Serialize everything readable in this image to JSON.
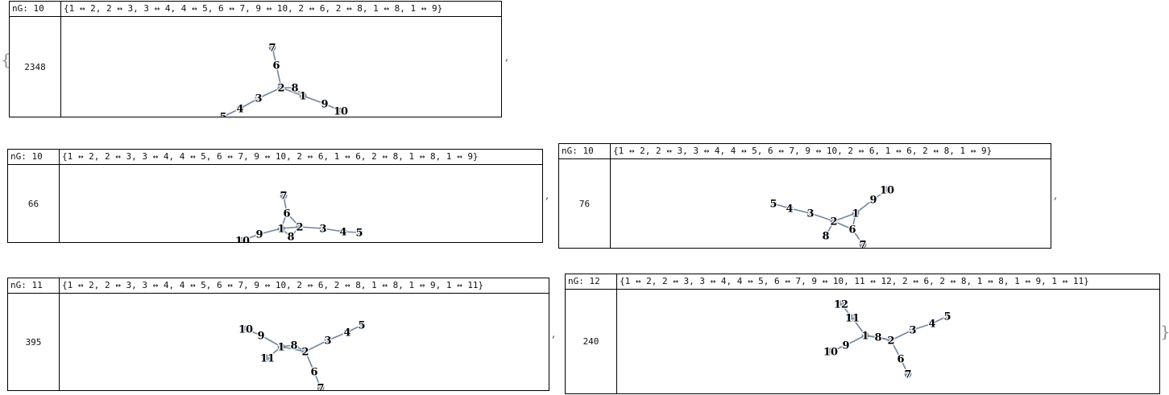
{
  "list": {
    "open_brace": "{",
    "close_brace": "}",
    "separator": ","
  },
  "graphs": [
    {
      "label": "nG: 10",
      "edges_text": "{1 ↔ 2, 2 ↔ 3, 3 ↔ 4, 4 ↔ 5, 6 ↔ 7, 9 ↔ 10, 2 ↔ 6, 2 ↔ 8, 1 ↔ 8, 1 ↔ 9}",
      "id": "2348",
      "edges": [
        [
          1,
          2
        ],
        [
          2,
          3
        ],
        [
          3,
          4
        ],
        [
          4,
          5
        ],
        [
          6,
          7
        ],
        [
          9,
          10
        ],
        [
          2,
          6
        ],
        [
          2,
          8
        ],
        [
          1,
          8
        ],
        [
          1,
          9
        ]
      ]
    },
    {
      "label": "nG: 10",
      "edges_text": "{1 ↔ 2, 2 ↔ 3, 3 ↔ 4, 4 ↔ 5, 6 ↔ 7, 9 ↔ 10, 2 ↔ 6, 1 ↔ 6, 2 ↔ 8, 1 ↔ 8, 1 ↔ 9}",
      "id": "66",
      "edges": [
        [
          1,
          2
        ],
        [
          2,
          3
        ],
        [
          3,
          4
        ],
        [
          4,
          5
        ],
        [
          6,
          7
        ],
        [
          9,
          10
        ],
        [
          2,
          6
        ],
        [
          1,
          6
        ],
        [
          2,
          8
        ],
        [
          1,
          8
        ],
        [
          1,
          9
        ]
      ]
    },
    {
      "label": "nG: 10",
      "edges_text": "{1 ↔ 2, 2 ↔ 3, 3 ↔ 4, 4 ↔ 5, 6 ↔ 7, 9 ↔ 10, 2 ↔ 6, 1 ↔ 6, 2 ↔ 8, 1 ↔ 9}",
      "id": "76",
      "edges": [
        [
          1,
          2
        ],
        [
          2,
          3
        ],
        [
          3,
          4
        ],
        [
          4,
          5
        ],
        [
          6,
          7
        ],
        [
          9,
          10
        ],
        [
          2,
          6
        ],
        [
          1,
          6
        ],
        [
          2,
          8
        ],
        [
          1,
          9
        ]
      ]
    },
    {
      "label": "nG: 11",
      "edges_text": "{1 ↔ 2, 2 ↔ 3, 3 ↔ 4, 4 ↔ 5, 6 ↔ 7, 9 ↔ 10, 2 ↔ 6, 2 ↔ 8, 1 ↔ 8, 1 ↔ 9, 1 ↔ 11}",
      "id": "395",
      "edges": [
        [
          1,
          2
        ],
        [
          2,
          3
        ],
        [
          3,
          4
        ],
        [
          4,
          5
        ],
        [
          6,
          7
        ],
        [
          9,
          10
        ],
        [
          2,
          6
        ],
        [
          2,
          8
        ],
        [
          1,
          8
        ],
        [
          1,
          9
        ],
        [
          1,
          11
        ]
      ]
    },
    {
      "label": "nG: 12",
      "edges_text": "{1 ↔ 2, 2 ↔ 3, 3 ↔ 4, 4 ↔ 5, 6 ↔ 7, 9 ↔ 10, 11 ↔ 12, 2 ↔ 6, 2 ↔ 8, 1 ↔ 8, 1 ↔ 9, 1 ↔ 11}",
      "id": "240",
      "edges": [
        [
          1,
          2
        ],
        [
          2,
          3
        ],
        [
          3,
          4
        ],
        [
          4,
          5
        ],
        [
          6,
          7
        ],
        [
          9,
          10
        ],
        [
          11,
          12
        ],
        [
          2,
          6
        ],
        [
          2,
          8
        ],
        [
          1,
          8
        ],
        [
          1,
          9
        ],
        [
          1,
          11
        ]
      ]
    }
  ]
}
